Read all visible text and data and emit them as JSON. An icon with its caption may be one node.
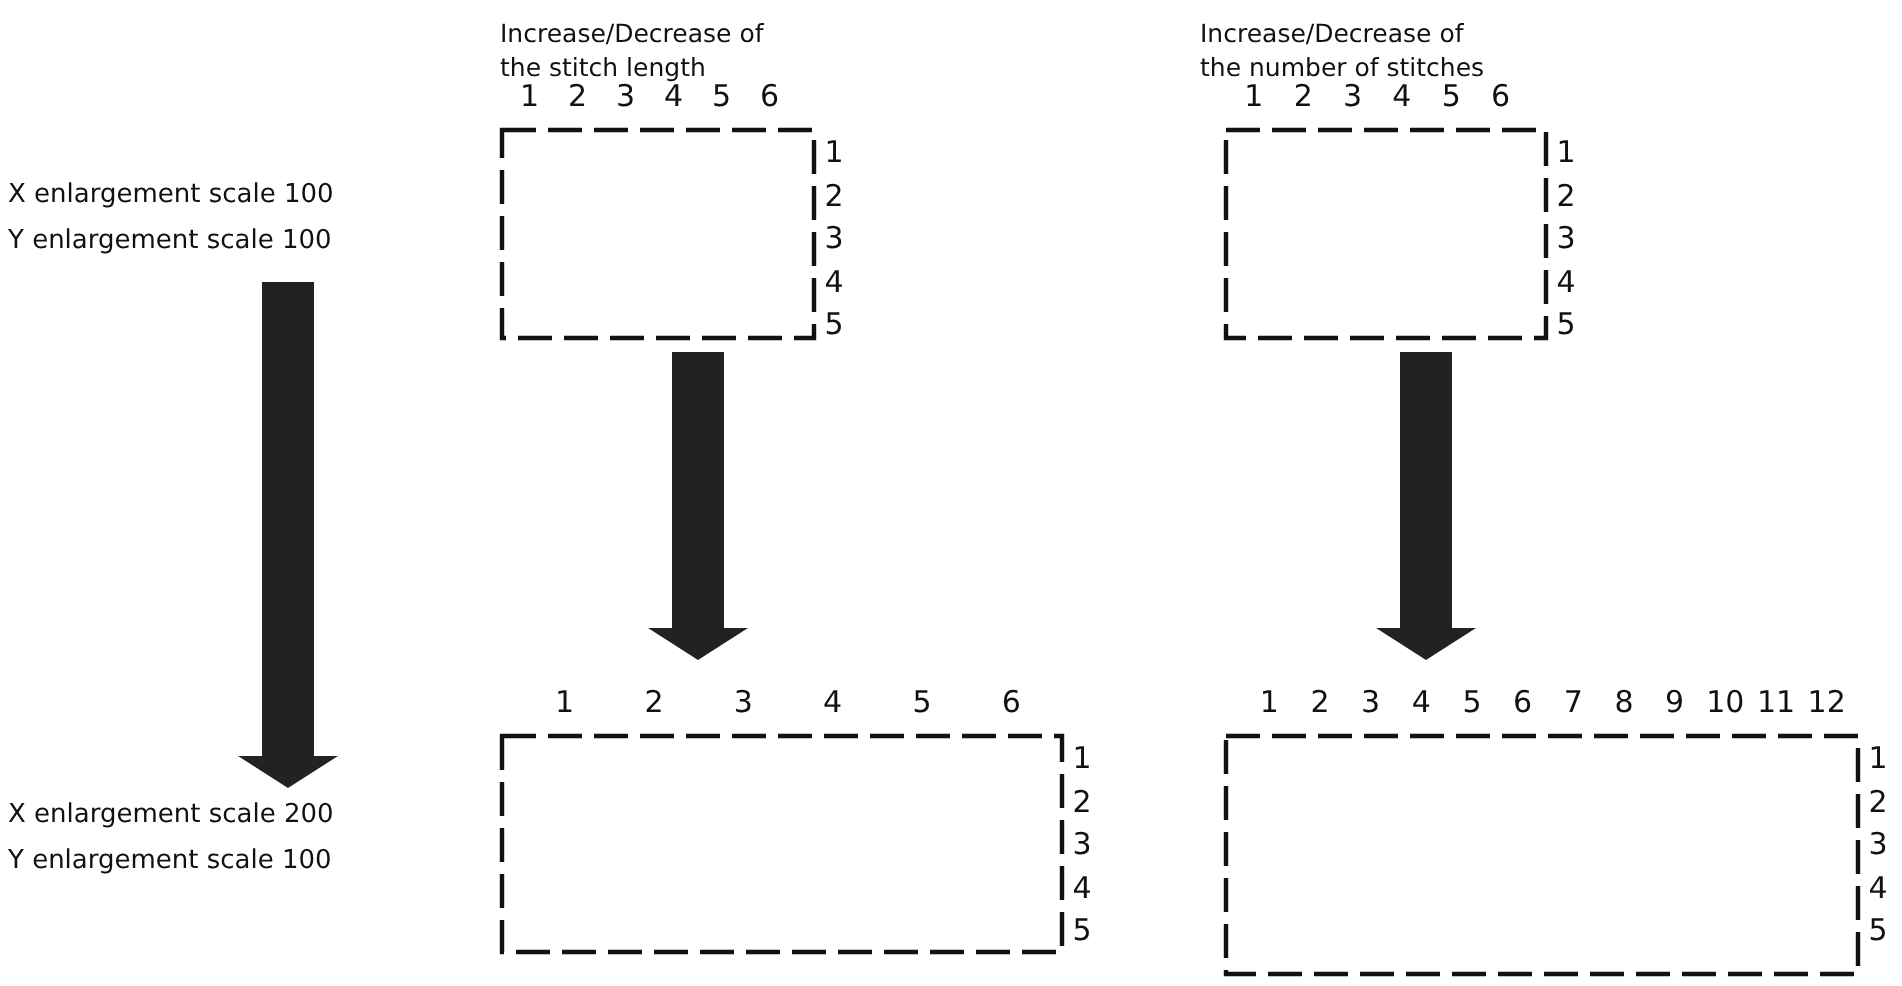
{
  "diagram": {
    "nodes": [
      {
        "text": [
          "Increase/Decrease of the stitch length"
        ]
      },
      {
        "text": [
          "Increase/Decrease of the number of stitches"
        ]
      },
      {
        "text": [],
        "shape": "box"
      },
      {
        "text": [],
        "shape": "box"
      },
      {
        "text": [
          "X enlargement scale 100",
          "Y enlargement scale 100"
        ]
      },
      {
        "text": [
          "X enlargement scale 200",
          "Y enlargement scale 100"
        ]
      }
    ],
    "edges": [
      {
        "from": 4,
        "to": 5,
        "arrow": "to",
        "style": "thick"
      },
      {
        "from": 0,
        "to": 2,
        "arrow": "to",
        "style": "thick"
      },
      {
        "from": 1,
        "to": 3,
        "arrow": "to",
        "style": "thick"
      }
    ],
    "labels": [
      "1",
      "2",
      "3",
      "4",
      "5",
      "6",
      "1",
      "2",
      "3",
      "4",
      "5",
      "1",
      "2",
      "3",
      "4",
      "5",
      "6",
      "1",
      "2",
      "3",
      "4",
      "5",
      "1",
      "2",
      "3",
      "4",
      "5",
      "6",
      "1",
      "2",
      "3",
      "4",
      "5",
      "1",
      "2",
      "3",
      "4",
      "5",
      "6",
      "7",
      "8",
      "9",
      "10",
      "11",
      "12",
      "1",
      "2",
      "3",
      "4",
      "5"
    ]
  }
}
